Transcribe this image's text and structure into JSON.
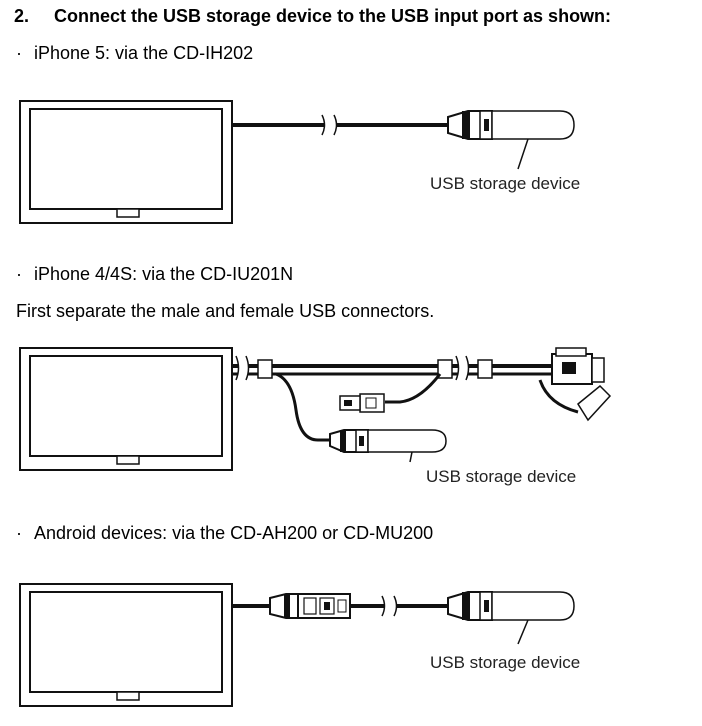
{
  "step": {
    "number": "2.",
    "text": "Connect the USB storage device to the USB input port as shown:"
  },
  "sections": [
    {
      "bullet": "·",
      "text": "iPhone 5: via the CD-IH202",
      "callout": "USB storage device"
    },
    {
      "bullet": "·",
      "text": "iPhone 4/4S: via the CD-IU201N",
      "note": "First separate the male and female USB connectors.",
      "callout": "USB storage device"
    },
    {
      "bullet": "·",
      "text": "Android devices: via the CD-AH200 or CD-MU200",
      "callout": "USB storage device"
    }
  ]
}
